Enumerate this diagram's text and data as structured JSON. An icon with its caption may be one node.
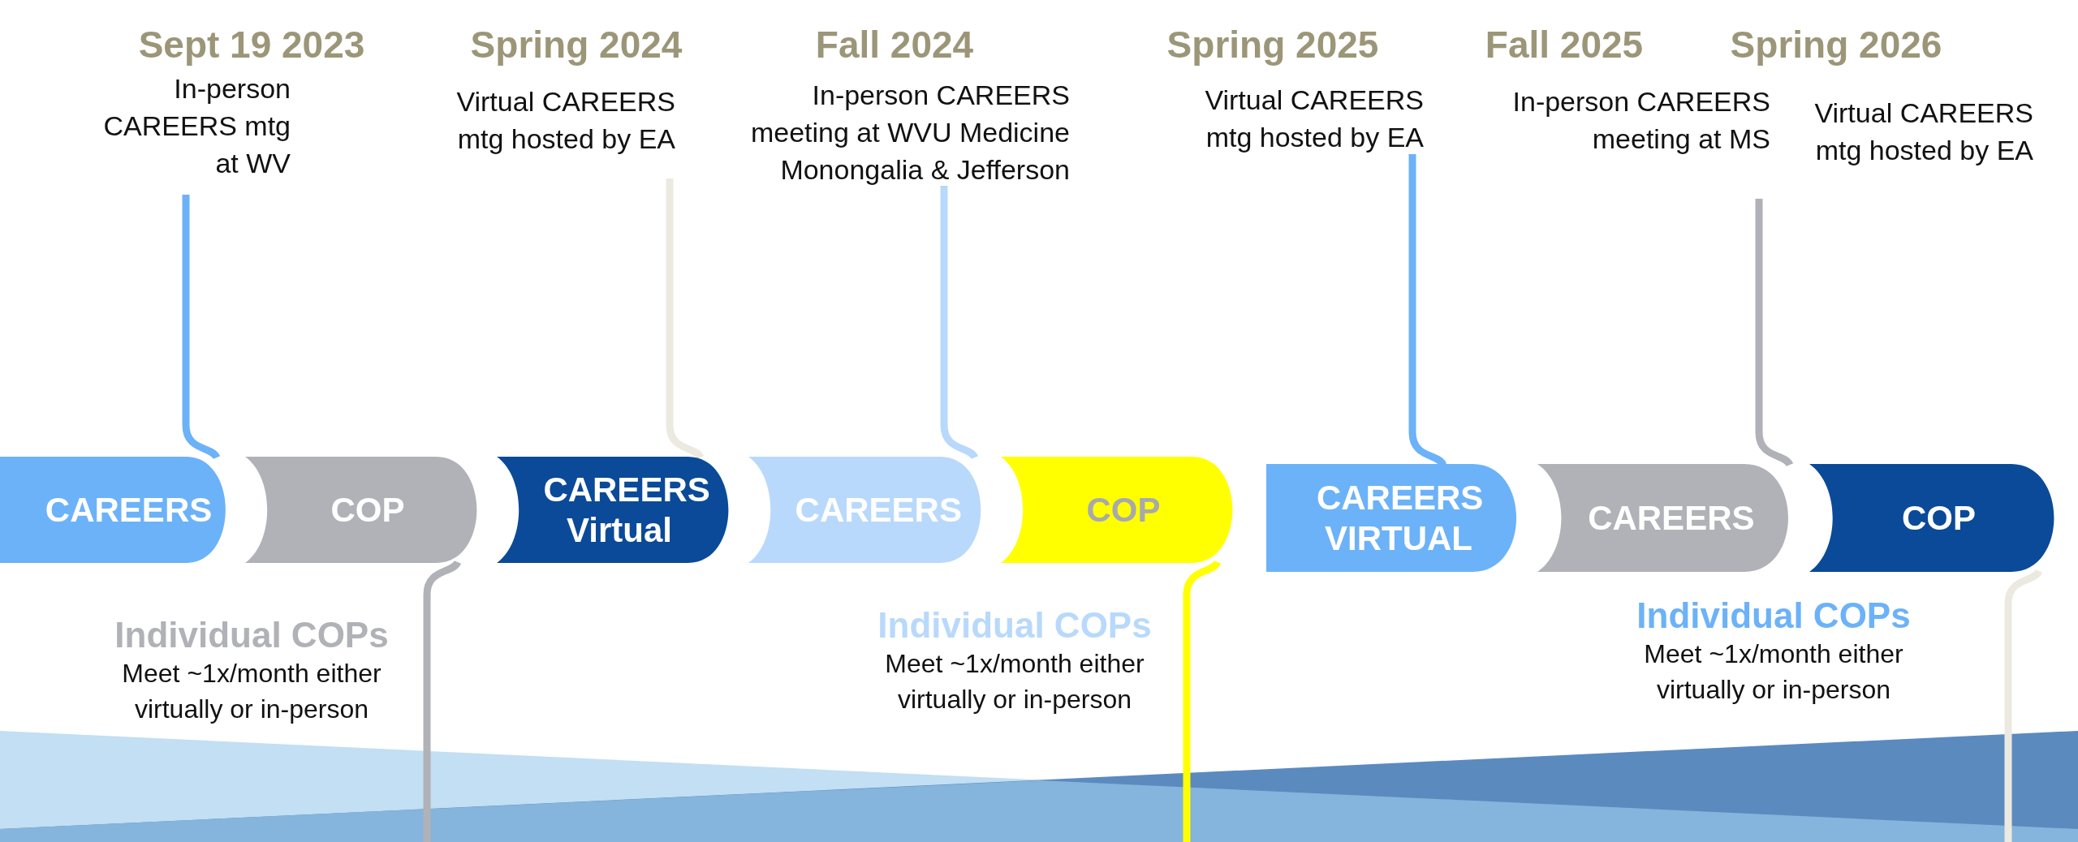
{
  "diagram": {
    "nodes": [
      {
        "text": [
          "In-person CAREERS mtg at WV"
        ]
      },
      {
        "text": [
          "Virtual CAREERS mtg hosted by EA"
        ]
      },
      {
        "text": [
          "In-person CAREERS meeting at WVU Medicine Monongalia & Jefferson"
        ]
      },
      {
        "text": [
          "Virtual CAREERS mtg hosted by EA"
        ]
      },
      {
        "text": [
          "In-person CAREERS meeting at MS"
        ]
      },
      {
        "text": [
          "Virtual CAREERS mtg hosted by EA"
        ]
      },
      {
        "text": [
          "CAREERS"
        ]
      },
      {
        "text": [
          "COP"
        ]
      },
      {
        "text": [
          "CAREERS Virtual"
        ]
      },
      {
        "text": [
          "CAREERS"
        ]
      },
      {
        "text": [
          "COP"
        ]
      },
      {
        "text": [
          "CAREERS VIRTUAL"
        ]
      },
      {
        "text": [
          "CAREERS"
        ]
      },
      {
        "text": [
          "COP"
        ]
      },
      {
        "text": [
          "Individual COPs",
          "Meet ~1x/month either virtually or in-person"
        ]
      },
      {
        "text": [
          "Individual COPs",
          "Meet ~1x/month either virtually or in-person"
        ]
      },
      {
        "text": [
          "Individual COPs",
          "Meet ~1x/month either virtually or in-person"
        ]
      }
    ],
    "edges": [
      {
        "from": 0,
        "to": 6,
        "arrow": "none",
        "color": "#6cb2f8"
      },
      {
        "from": 1,
        "to": 8,
        "arrow": "none",
        "color": "#ece9e0"
      },
      {
        "from": 2,
        "to": 9,
        "arrow": "none",
        "color": "#b8d9fb"
      },
      {
        "from": 3,
        "to": 11,
        "arrow": "none",
        "color": "#6cb2f8"
      },
      {
        "from": 4,
        "to": 12,
        "arrow": "none",
        "color": "#b0b2b8"
      },
      {
        "from": 7,
        "to": null,
        "arrow": "none",
        "color": "#b0b2b8"
      },
      {
        "from": 10,
        "to": null,
        "arrow": "none",
        "color": "#ffff00"
      },
      {
        "from": 13,
        "to": null,
        "arrow": "none",
        "color": "#ece9e0"
      }
    ],
    "labels": [
      "Sept 19 2023",
      "Spring 2024",
      "Fall 2024",
      "Spring 2025",
      "Fall 2025",
      "Spring 2026"
    ]
  }
}
